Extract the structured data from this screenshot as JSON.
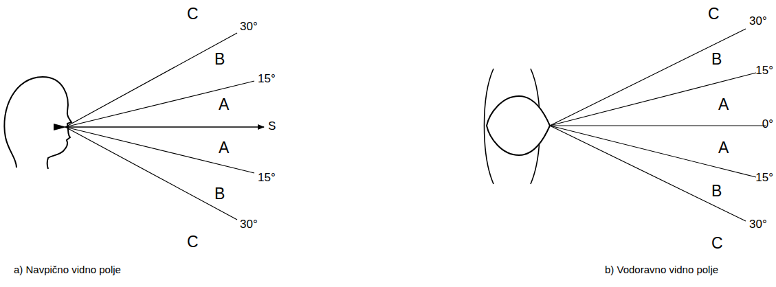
{
  "diagram": {
    "labels": [
      "C",
      "30°",
      "B",
      "15°",
      "A",
      "S",
      "A",
      "15°",
      "B",
      "30°",
      "C",
      "a) Navpično vidno polje",
      "C",
      "30°",
      "B",
      "15°",
      "A",
      "0°",
      "A",
      "15°",
      "B",
      "30°",
      "C",
      "b) Vodoravno vidno polje"
    ]
  }
}
